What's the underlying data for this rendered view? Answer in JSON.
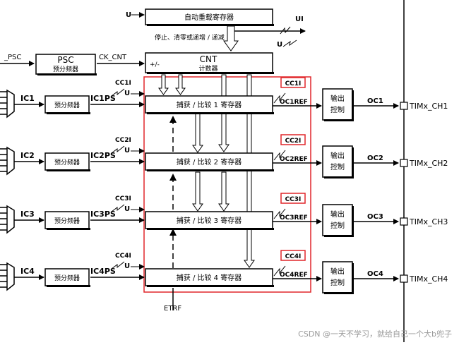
{
  "top": {
    "auto_reload_register": "自动重载寄存器",
    "mode_caption": "停止、清零或递增 / 递减",
    "u_label": "U",
    "ui_label": "UI"
  },
  "clock": {
    "psc_input": "_PSC",
    "psc_title": "PSC",
    "psc_subtitle": "预分频器",
    "ck_cnt": "CK_CNT",
    "cnt_title": "CNT",
    "cnt_subtitle": "计数器",
    "updown": "+/-"
  },
  "channels": [
    {
      "ic": "IC1",
      "prescaler": "预分频器",
      "icps": "IC1PS",
      "cci": "CC1I",
      "register": "捕获 / 比较 1 寄存器",
      "ccflag": "CC1I",
      "ocref": "OC1REF",
      "output_ctrl_1": "输出",
      "output_ctrl_2": "控制",
      "oc": "OC1",
      "pin": "TIMx_CH1"
    },
    {
      "ic": "IC2",
      "prescaler": "预分频器",
      "icps": "IC2PS",
      "cci": "CC2I",
      "register": "捕获 / 比较 2 寄存器",
      "ccflag": "CC2I",
      "ocref": "OC2REF",
      "output_ctrl_1": "输出",
      "output_ctrl_2": "控制",
      "oc": "OC2",
      "pin": "TIMx_CH2"
    },
    {
      "ic": "IC3",
      "prescaler": "预分频器",
      "icps": "IC3PS",
      "cci": "CC3I",
      "register": "捕获 / 比较 3 寄存器",
      "ccflag": "CC3I",
      "ocref": "OC3REF",
      "output_ctrl_1": "输出",
      "output_ctrl_2": "控制",
      "oc": "OC3",
      "pin": "TIMx_CH3"
    },
    {
      "ic": "IC4",
      "prescaler": "预分频器",
      "icps": "IC4PS",
      "cci": "CC4I",
      "register": "捕获 / 比较 4 寄存器",
      "ccflag": "CC4I",
      "ocref": "OC4REF",
      "output_ctrl_1": "输出",
      "output_ctrl_2": "控制",
      "oc": "OC4",
      "pin": "TIMx_CH4"
    }
  ],
  "etrf_label": "ETRF",
  "watermark": "CSDN @一天不学习，就给自己一个大b兜子",
  "colors": {
    "highlight_red": "#e0262a",
    "line": "#000000",
    "watermark": "#9a9a9a"
  }
}
